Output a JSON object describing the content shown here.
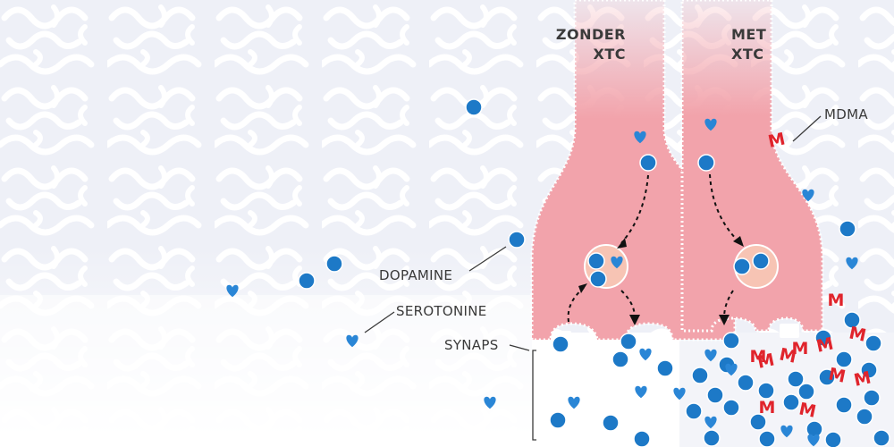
{
  "headers": {
    "without": [
      "ZONDER",
      "XTC"
    ],
    "with": [
      "MET",
      "XTC"
    ]
  },
  "labels": {
    "mdma": "MDMA",
    "dopamine": "DOPAMINE",
    "serotonine": "SEROTONINE",
    "synaps": "SYNAPS"
  },
  "molecule_glyph": "M",
  "colors": {
    "background": "#ffffff",
    "brain_fill": "#eef0f7",
    "brain_line": "#dde1ee",
    "neuron": "#f2a3ab",
    "neuron_edge": "#ffffff",
    "vesicle": "#f7c4b4",
    "dopamine": "#1d79c7",
    "serotonine": "#2a86d6",
    "mdma": "#e0242c",
    "text": "#3a3a3a",
    "arrow": "#111111"
  },
  "icons": {
    "dopamine": "circle",
    "serotonine": "heart",
    "mdma": "letter-m"
  }
}
